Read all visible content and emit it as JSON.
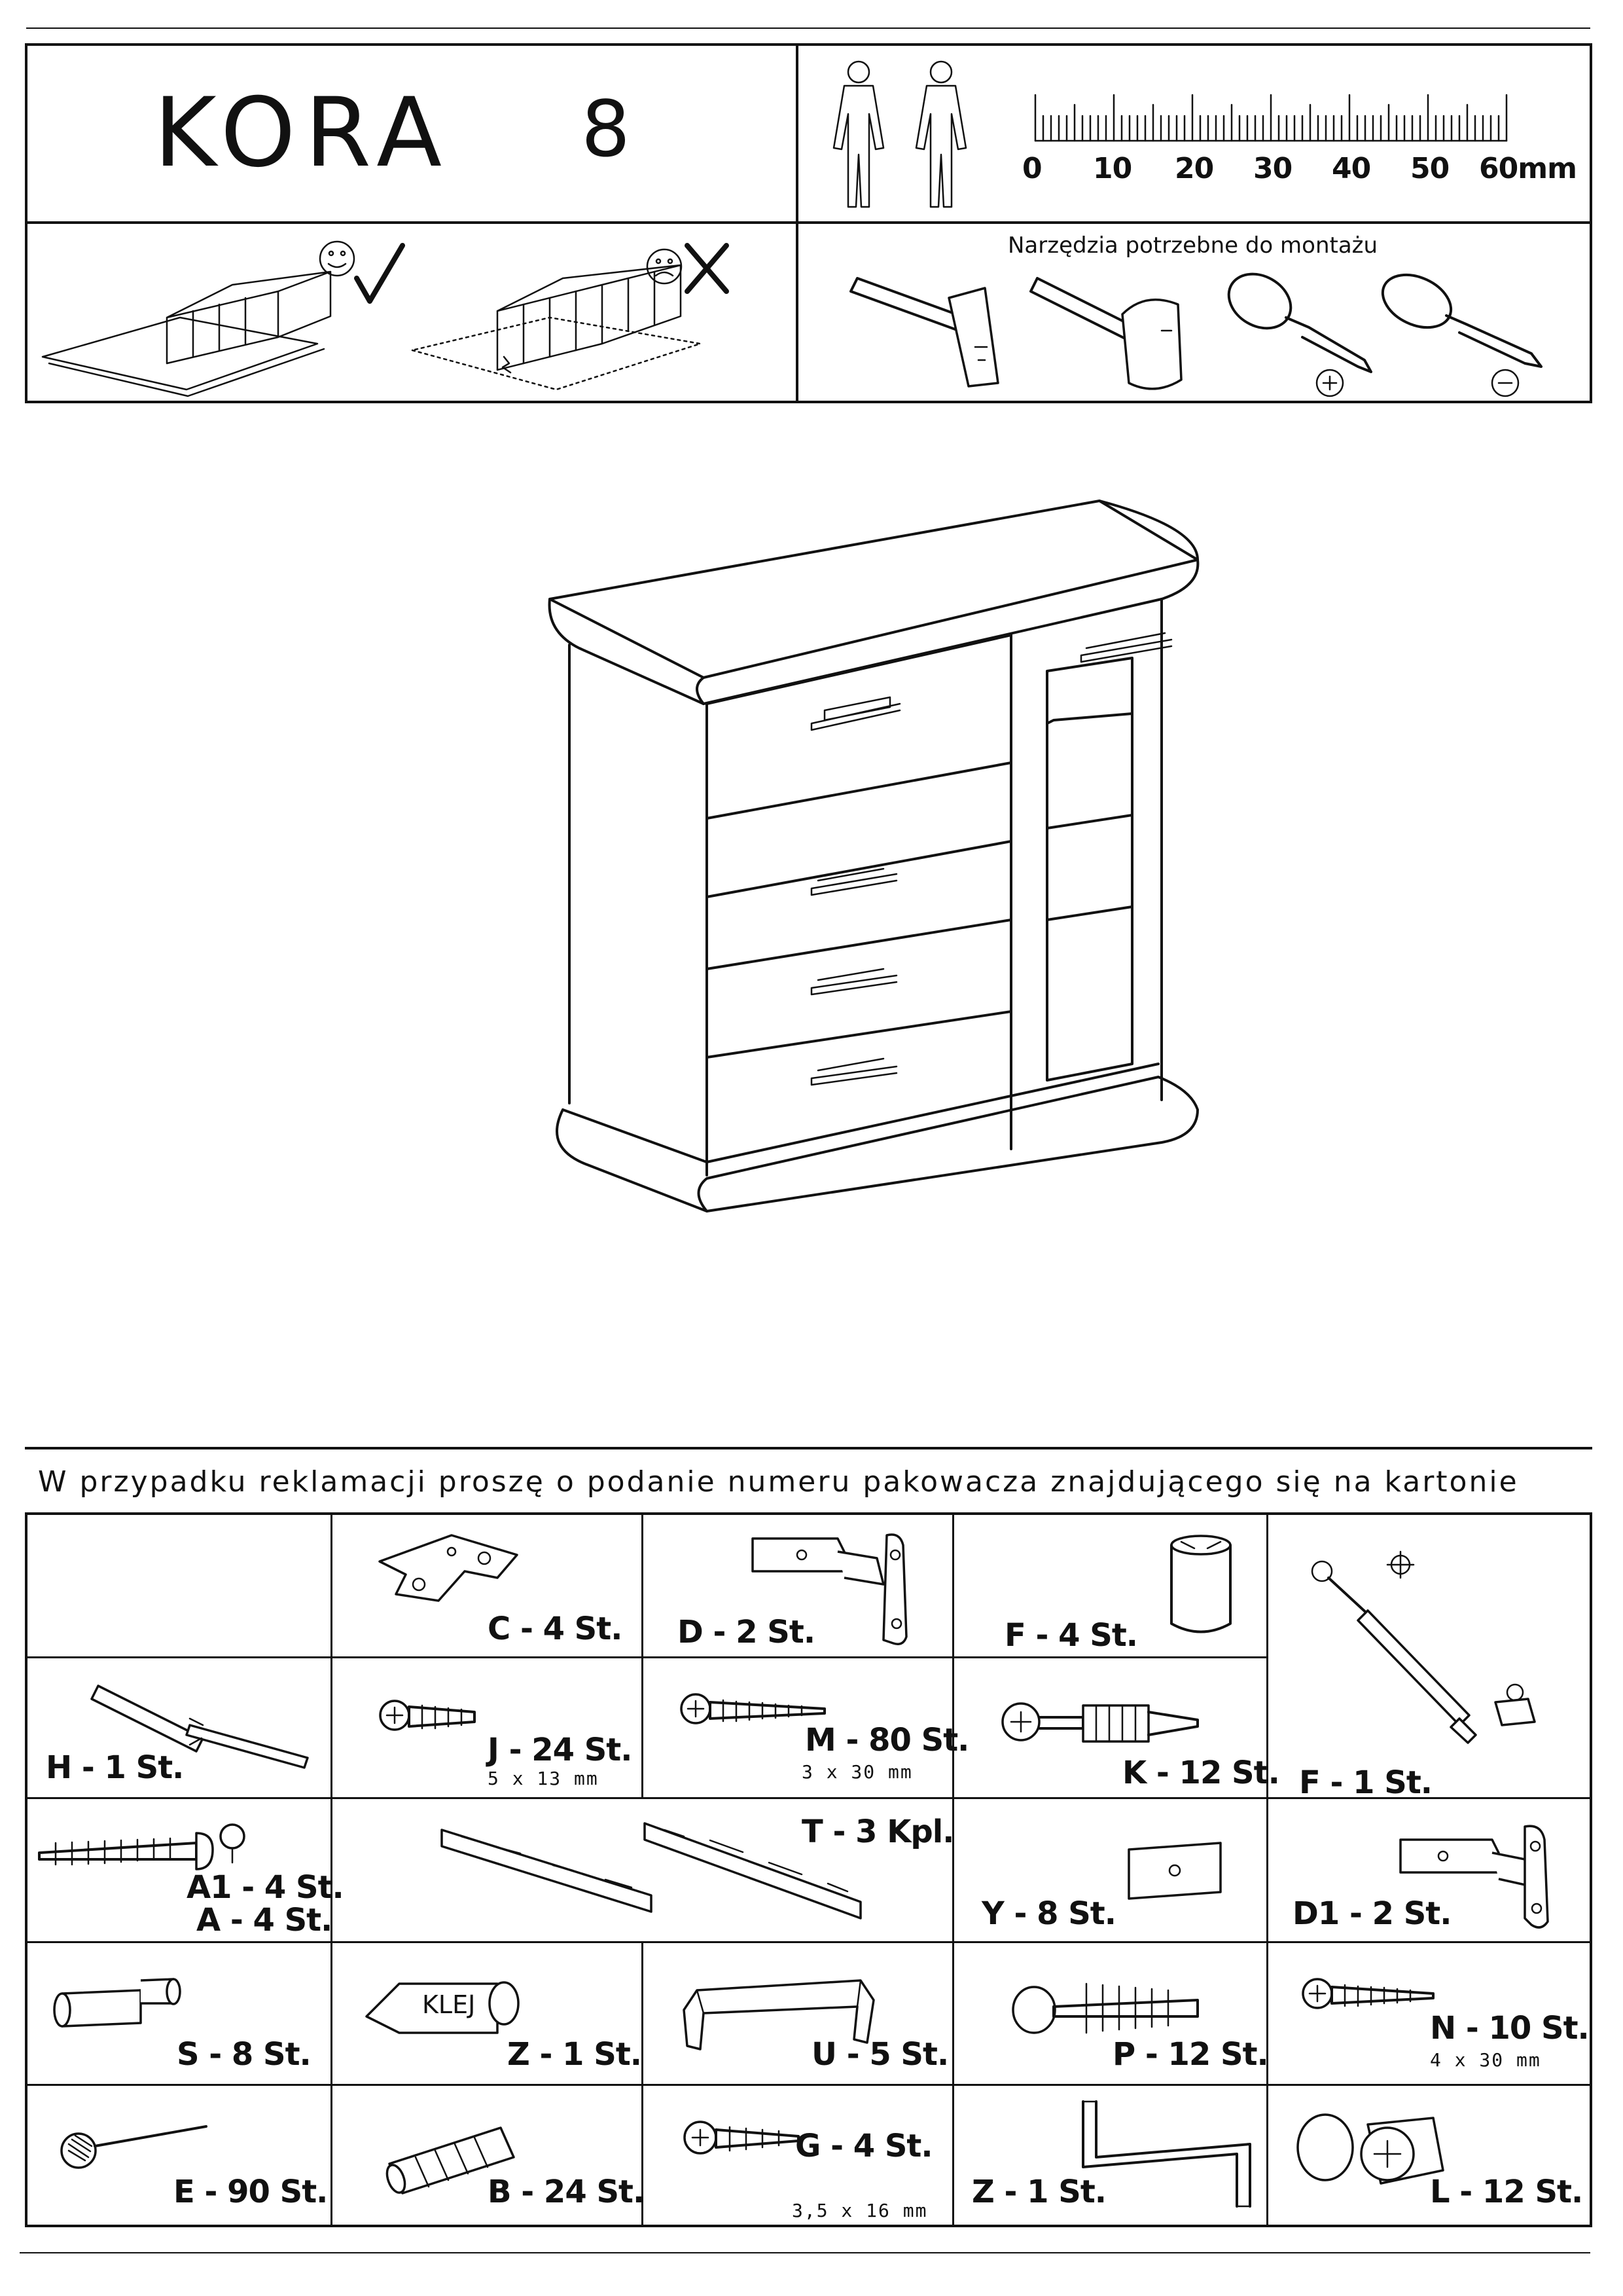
{
  "header": {
    "product_name": "KORA",
    "model_number": "8",
    "ruler_ticks": [
      "0",
      "10",
      "20",
      "30",
      "40",
      "50",
      "60mm"
    ]
  },
  "tools": {
    "caption": "Narzędzia potrzebne do montażu",
    "icons": [
      "hammer-icon",
      "mallet-icon",
      "phillips-screwdriver-icon",
      "flathead-screwdriver-icon"
    ]
  },
  "assembly_surface": {
    "good_icon": "smiley-check-icon",
    "bad_icon": "frown-cross-icon"
  },
  "notice": "W przypadku reklamacji proszę o podanie numeru pakowacza znajdującego się na kartonie",
  "parts": {
    "c": {
      "label": "C - 4 St."
    },
    "d": {
      "label": "D - 2 St."
    },
    "f4": {
      "label": "F - 4 St."
    },
    "f1": {
      "label": "F - 1 St."
    },
    "h": {
      "label": "H - 1 St."
    },
    "j": {
      "label": "J - 24 St.",
      "size": "5 x 13 mm"
    },
    "m": {
      "label": "M - 80 St.",
      "size": "3 x 30 mm"
    },
    "k": {
      "label": "K - 12 St."
    },
    "a1": {
      "label": "A1 - 4 St."
    },
    "a": {
      "label": "A - 4 St."
    },
    "t": {
      "label": "T - 3 Kpl."
    },
    "y": {
      "label": "Y - 8 St."
    },
    "d1": {
      "label": "D1 - 2 St."
    },
    "s": {
      "label": "S - 8 St."
    },
    "z1": {
      "label": "Z - 1 St.",
      "text": "KLEJ"
    },
    "u": {
      "label": "U - 5 St."
    },
    "p": {
      "label": "P - 12 St."
    },
    "n": {
      "label": "N - 10 St.",
      "size": "4 x 30 mm"
    },
    "e": {
      "label": "E - 90 St."
    },
    "b": {
      "label": "B - 24 St."
    },
    "g": {
      "label": "G - 4 St.",
      "size": "3,5 x 16 mm"
    },
    "z2": {
      "label": "Z - 1 St."
    },
    "l": {
      "label": "L - 12 St."
    }
  },
  "colors": {
    "ink": "#111111",
    "paper": "#ffffff"
  }
}
